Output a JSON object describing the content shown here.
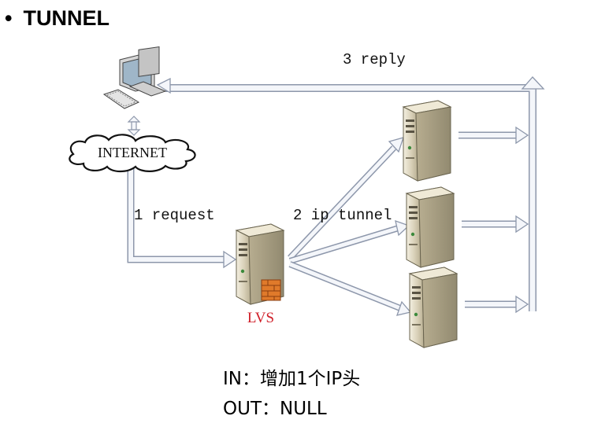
{
  "title": "TUNNEL",
  "bullet": "•",
  "labels": {
    "reply": "3 reply",
    "request": "1 request",
    "tunnel": "2 ip tunnel",
    "internet": "INTERNET",
    "lvs": "LVS"
  },
  "notes": {
    "in_line": "IN：增加1个IP头",
    "out_line": "OUT：NULL"
  },
  "icons": {
    "client": "desktop-computer-icon",
    "cloud": "internet-cloud-icon",
    "lvs": "lvs-server-icon",
    "servers": [
      "real-server-icon",
      "real-server-icon",
      "real-server-icon"
    ]
  },
  "colors": {
    "arrow_fill": "#f4f6fa",
    "arrow_stroke": "#8d97ab",
    "server_body": "#d8d2bc",
    "lvs_label": "#d0202a",
    "firewall": "#e07a2a"
  }
}
